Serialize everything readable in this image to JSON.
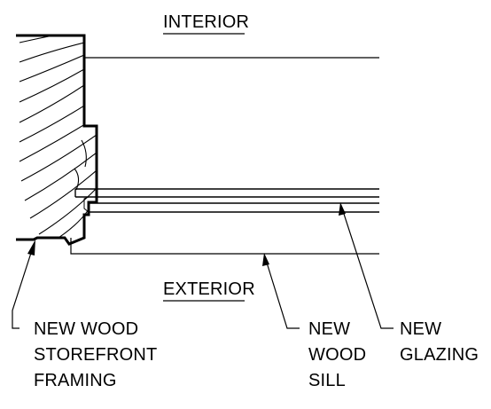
{
  "labels": {
    "interior": "INTERIOR",
    "exterior": "EXTERIOR",
    "framing": [
      "NEW WOOD",
      "STOREFRONT",
      "FRAMING"
    ],
    "sill": [
      "NEW",
      "WOOD",
      "SILL"
    ],
    "glazing": [
      "NEW",
      "GLAZING"
    ]
  },
  "colors": {
    "ink": "#000000",
    "paper": "#ffffff"
  }
}
